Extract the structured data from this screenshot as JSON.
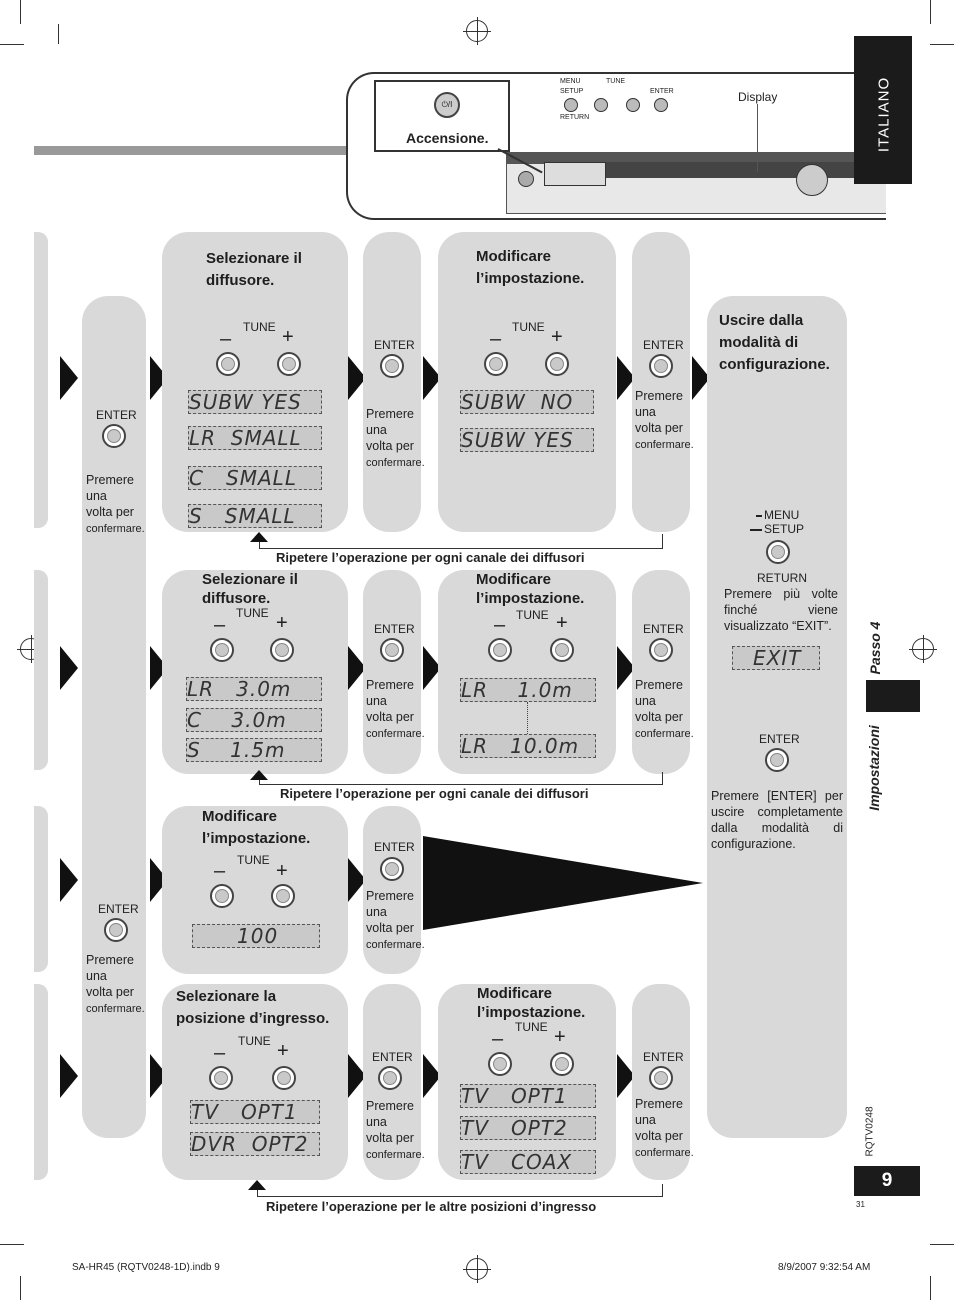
{
  "header": {
    "accensione_label": "Accensione.",
    "display_label": "Display",
    "device_menu": "MENU",
    "device_setup": "SETUP",
    "device_return": "RETURN",
    "device_tune": "TUNE",
    "device_enter": "ENTER",
    "power_symbol": "⏻/I"
  },
  "side": {
    "language": "ITALIANO",
    "step": "Passo 4",
    "section": "Impostazioni",
    "doc_code": "RQTV0248",
    "page_number": "9",
    "small_page": "31"
  },
  "common": {
    "tune": "TUNE",
    "enter": "ENTER",
    "minus": "–",
    "plus": "+",
    "confirm_line1": "Premere",
    "confirm_line2": "una",
    "confirm_line3": "volta per",
    "confirm_line4": "confermare."
  },
  "row1": {
    "select_head": "Selezionare il diffusore.",
    "modify_head": "Modificare l’impostazione.",
    "displays_left": [
      {
        "a": "SUBW",
        "b": "YES"
      },
      {
        "a": "LR",
        "b": "SMALL"
      },
      {
        "a": "C",
        "b": "SMALL"
      },
      {
        "a": "S",
        "b": "SMALL"
      }
    ],
    "displays_right": [
      {
        "a": "SUBW",
        "b": "NO"
      },
      {
        "a": "SUBW",
        "b": "YES"
      }
    ],
    "repeat": "Ripetere l’operazione per ogni canale dei diffusori"
  },
  "row2": {
    "select_head": "Selezionare il diffusore.",
    "modify_head": "Modificare l’impostazione.",
    "displays_left": [
      {
        "a": "LR",
        "b": "3.0m"
      },
      {
        "a": "C",
        "b": "3.0m"
      },
      {
        "a": "S",
        "b": "1.5m"
      }
    ],
    "displays_right": [
      {
        "a": "LR",
        "b": "1.0m"
      },
      {
        "a": "LR",
        "b": "10.0m"
      }
    ],
    "repeat": "Ripetere l’operazione per ogni canale dei diffusori"
  },
  "row3": {
    "modify_head": "Modificare l’impostazione.",
    "display": "100"
  },
  "row4": {
    "select_head": "Selezionare la posizione d’ingresso.",
    "modify_head": "Modificare l’impostazione.",
    "displays_left": [
      {
        "a": "TV",
        "b": "OPT1"
      },
      {
        "a": "DVR",
        "b": "OPT2"
      }
    ],
    "displays_right": [
      {
        "a": "TV",
        "b": "OPT1"
      },
      {
        "a": "TV",
        "b": "OPT2"
      },
      {
        "a": "TV",
        "b": "COAX"
      }
    ],
    "repeat": "Ripetere l’operazione per le altre posizioni d’ingresso"
  },
  "exit_panel": {
    "head": "Uscire dalla modalità di configurazione.",
    "menu": "MENU",
    "setup": "SETUP",
    "return": "RETURN",
    "press_text": "Premere più volte finché viene visualizzato “EXIT”.",
    "display": "EXIT",
    "enter": "ENTER",
    "final_text": "Premere [ENTER] per uscire completamente dalla modalità di configurazione."
  },
  "footer": {
    "file": "SA-HR45 (RQTV0248-1D).indb   9",
    "date": "8/9/2007   9:32:54 AM"
  }
}
